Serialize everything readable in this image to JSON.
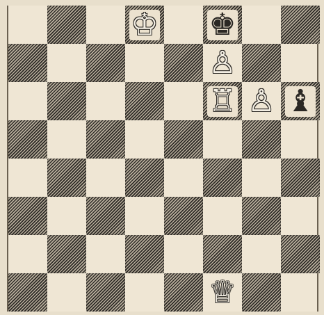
{
  "board": {
    "squares": [
      "a8",
      "b8",
      "c8",
      "d8",
      "e8",
      "f8",
      "g8",
      "h8",
      "a7",
      "b7",
      "c7",
      "d7",
      "e7",
      "f7",
      "g7",
      "h7",
      "a6",
      "b6",
      "c6",
      "d6",
      "e6",
      "f6",
      "g6",
      "h6",
      "a5",
      "b5",
      "c5",
      "d5",
      "e5",
      "f5",
      "g5",
      "h5",
      "a4",
      "b4",
      "c4",
      "d4",
      "e4",
      "f4",
      "g4",
      "h4",
      "a3",
      "b3",
      "c3",
      "d3",
      "e3",
      "f3",
      "g3",
      "h3",
      "a2",
      "b2",
      "c2",
      "d2",
      "e2",
      "f2",
      "g2",
      "h2",
      "a1",
      "b1",
      "c1",
      "d1",
      "e1",
      "f1",
      "g1",
      "h1"
    ],
    "pieces": [
      {
        "square": "d8",
        "color": "white",
        "type": "king",
        "symbol": "♔",
        "icon": "white-king-icon"
      },
      {
        "square": "f8",
        "color": "black",
        "type": "king",
        "symbol": "♚",
        "icon": "black-king-icon"
      },
      {
        "square": "f7",
        "color": "white",
        "type": "pawn",
        "symbol": "♙",
        "icon": "white-pawn-icon"
      },
      {
        "square": "f6",
        "color": "white",
        "type": "rook",
        "symbol": "♖",
        "icon": "white-rook-icon"
      },
      {
        "square": "g6",
        "color": "white",
        "type": "pawn",
        "symbol": "♙",
        "icon": "white-pawn-icon"
      },
      {
        "square": "h6",
        "color": "black",
        "type": "bishop",
        "symbol": "♝",
        "icon": "black-bishop-icon"
      },
      {
        "square": "f1",
        "color": "white",
        "type": "queen",
        "symbol": "♕",
        "icon": "white-queen-icon"
      }
    ]
  },
  "colors": {
    "light_square": "#efe6d4",
    "dark_square_ink": "#2e2b27",
    "paper": "#e8dfcc"
  }
}
